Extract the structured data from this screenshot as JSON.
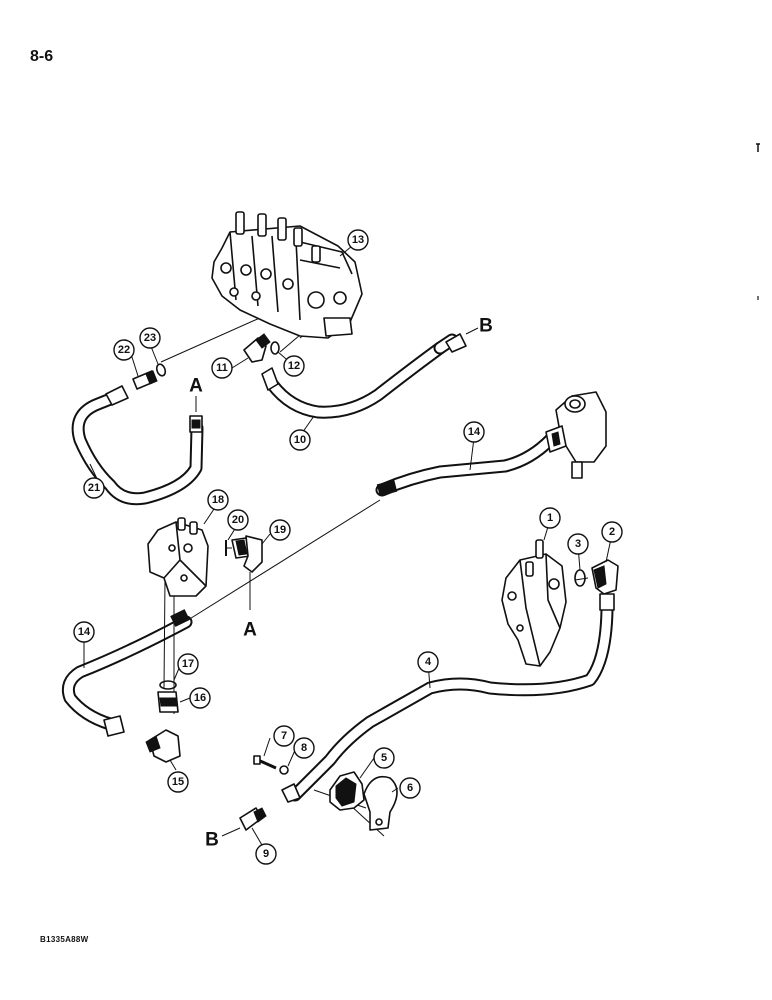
{
  "page": {
    "page_number": "8-6",
    "figure_code": "B1335A88W"
  },
  "reference_letters": {
    "a": "A",
    "b": "B"
  },
  "callouts": {
    "c1": "1",
    "c2": "2",
    "c3": "3",
    "c4": "4",
    "c5": "5",
    "c6": "6",
    "c7": "7",
    "c8": "8",
    "c9": "9",
    "c10": "10",
    "c11": "11",
    "c12": "12",
    "c13": "13",
    "c14": "14",
    "c15": "15",
    "c16": "16",
    "c17": "17",
    "c18": "18",
    "c19": "19",
    "c20": "20",
    "c21": "21",
    "c22": "22",
    "c23": "23"
  }
}
